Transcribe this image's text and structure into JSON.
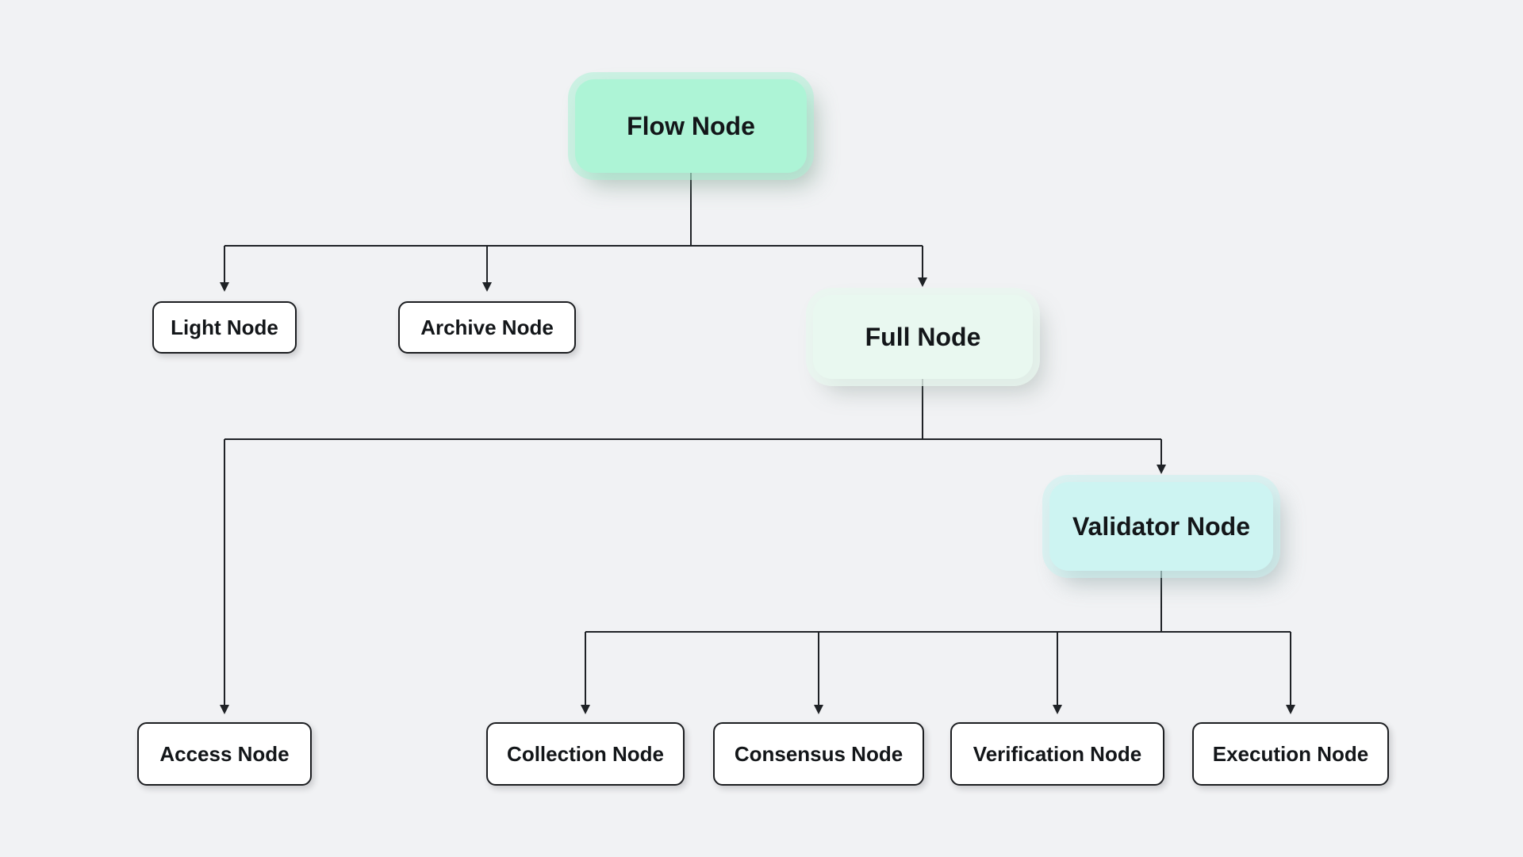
{
  "diagram": {
    "background_color": "#f1f2f4",
    "connector_color": "#1f2226",
    "text_color": "#131619",
    "nodes": {
      "flow": {
        "label": "Flow Node",
        "type": "highlight",
        "fill": "#adf4d6"
      },
      "light": {
        "label": "Light Node",
        "type": "default",
        "fill": "#ffffff"
      },
      "archive": {
        "label": "Archive Node",
        "type": "default",
        "fill": "#ffffff"
      },
      "full": {
        "label": "Full Node",
        "type": "highlight",
        "fill": "#e9f8f0"
      },
      "access": {
        "label": "Access Node",
        "type": "default",
        "fill": "#ffffff"
      },
      "validator": {
        "label": "Validator Node",
        "type": "highlight",
        "fill": "#cdf4f2"
      },
      "collection": {
        "label": "Collection Node",
        "type": "default",
        "fill": "#ffffff"
      },
      "consensus": {
        "label": "Consensus Node",
        "type": "default",
        "fill": "#ffffff"
      },
      "verification": {
        "label": "Verification Node",
        "type": "default",
        "fill": "#ffffff"
      },
      "execution": {
        "label": "Execution Node",
        "type": "default",
        "fill": "#ffffff"
      }
    },
    "edges": [
      {
        "from": "flow",
        "to": "light"
      },
      {
        "from": "flow",
        "to": "archive"
      },
      {
        "from": "flow",
        "to": "full"
      },
      {
        "from": "full",
        "to": "access"
      },
      {
        "from": "full",
        "to": "validator"
      },
      {
        "from": "validator",
        "to": "collection"
      },
      {
        "from": "validator",
        "to": "consensus"
      },
      {
        "from": "validator",
        "to": "verification"
      },
      {
        "from": "validator",
        "to": "execution"
      }
    ]
  }
}
